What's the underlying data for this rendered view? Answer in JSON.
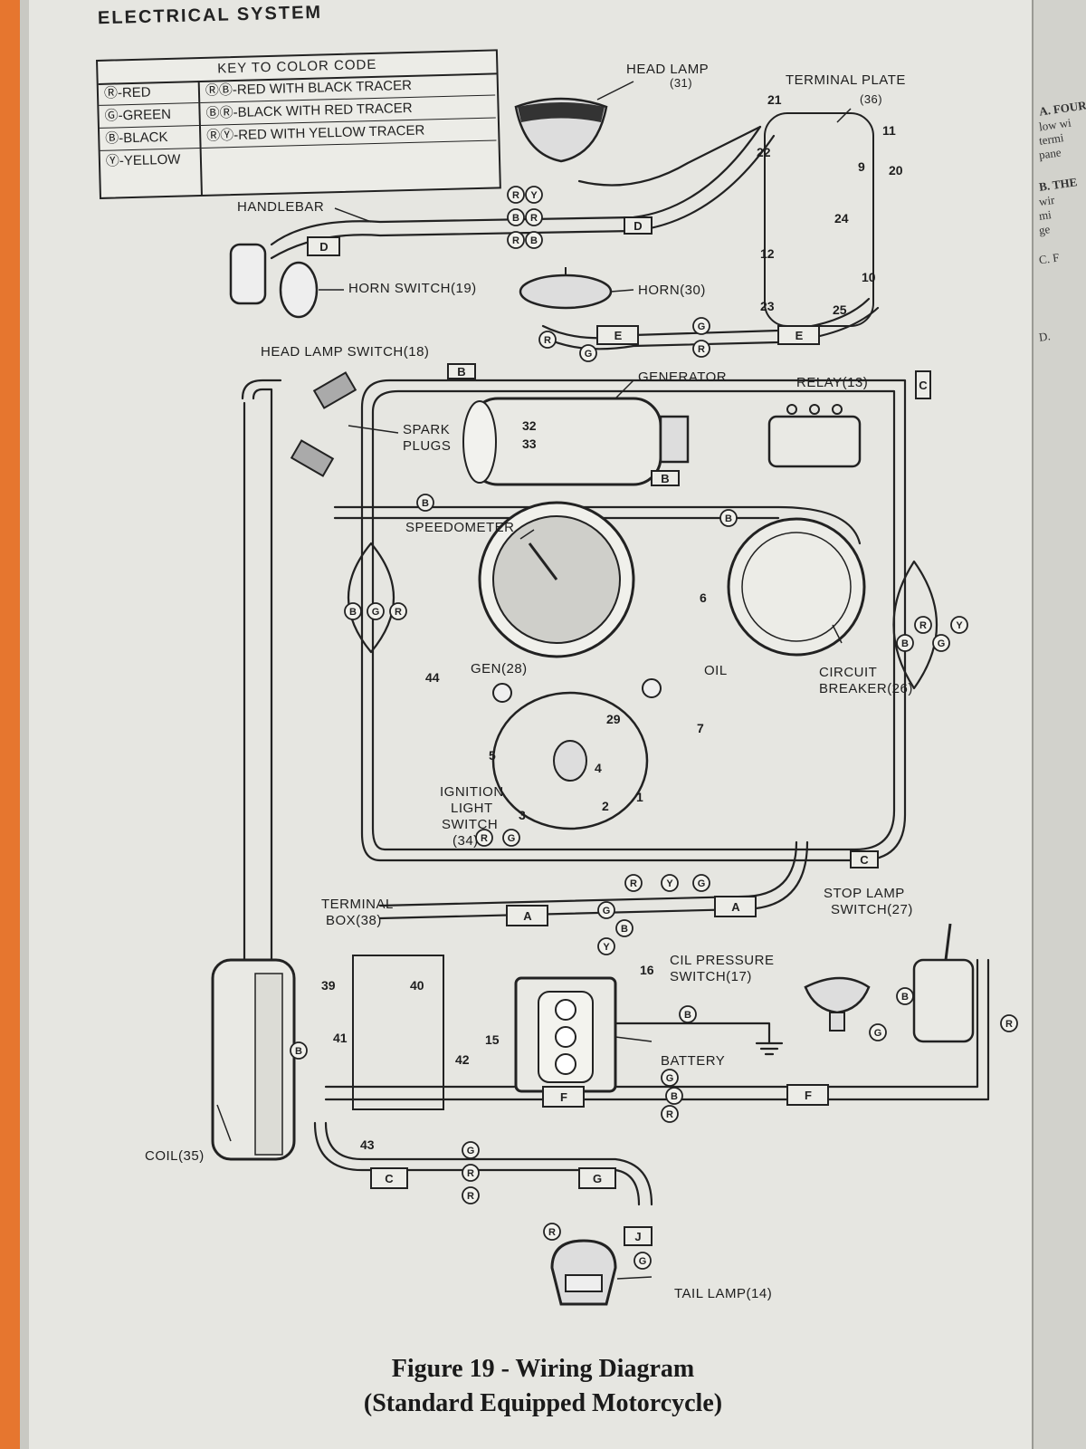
{
  "header": "ELECTRICAL SYSTEM",
  "key": {
    "title": "KEY TO COLOR CODE",
    "basic": [
      "Ⓡ-RED",
      "Ⓖ-GREEN",
      "Ⓑ-BLACK",
      "Ⓨ-YELLOW"
    ],
    "tracers": [
      "ⓇⒷ-RED WITH BLACK TRACER",
      "ⒷⓇ-BLACK WITH RED TRACER",
      "ⓇⓎ-RED WITH YELLOW TRACER"
    ]
  },
  "components": {
    "head_lamp": "HEAD LAMP",
    "head_lamp_num": "(31)",
    "terminal_plate": "TERMINAL PLATE",
    "terminal_plate_num": "(36)",
    "handlebar": "HANDLEBAR",
    "horn_switch": "HORN SWITCH(19)",
    "head_lamp_switch": "HEAD LAMP SWITCH(18)",
    "horn": "HORN(30)",
    "generator": "GENERATOR",
    "relay": "RELAY(13)",
    "spark_plugs_1": "SPARK",
    "spark_plugs_2": "PLUGS",
    "speedometer": "SPEEDOMETER",
    "circuit_breaker_1": "CIRCUIT",
    "circuit_breaker_2": "BREAKER(26)",
    "gen": "GEN(28)",
    "oil": "OIL",
    "ignition_1": "IGNITION",
    "ignition_2": "LIGHT",
    "ignition_3": "SWITCH",
    "ignition_4": "(34)",
    "terminal_box_1": "TERMINAL",
    "terminal_box_2": "BOX(38)",
    "stop_lamp_1": "STOP LAMP",
    "stop_lamp_2": "SWITCH(27)",
    "oil_pressure_1": "CIL PRESSURE",
    "oil_pressure_2": "SWITCH(17)",
    "battery": "BATTERY",
    "coil": "COIL(35)",
    "tail_lamp": "TAIL LAMP(14)"
  },
  "terminal_numbers": [
    "21",
    "22",
    "11",
    "9",
    "20",
    "24",
    "12",
    "10",
    "23",
    "25",
    "32",
    "33",
    "6",
    "44",
    "29",
    "7",
    "5",
    "4",
    "3",
    "2",
    "1",
    "39",
    "40",
    "41",
    "42",
    "43",
    "15",
    "16"
  ],
  "wire_codes": [
    "R",
    "Y",
    "B",
    "G",
    "R",
    "B",
    "R",
    "B",
    "G",
    "R",
    "Y",
    "B",
    "R",
    "G",
    "B",
    "G",
    "R",
    "Y",
    "B",
    "R",
    "G",
    "B",
    "G",
    "R",
    "Y"
  ],
  "connector_letters": [
    "A",
    "B",
    "C",
    "D",
    "E",
    "F",
    "G",
    "J"
  ],
  "caption": {
    "line1": "Figure 19 - Wiring Diagram",
    "line2": "(Standard Equipped Motorcycle)"
  },
  "right_page_fragments": [
    "A. FOUR",
    "low wi",
    "termi",
    "pane",
    "B. THE",
    "wir",
    "mi",
    "ge",
    "C. F",
    "D."
  ]
}
